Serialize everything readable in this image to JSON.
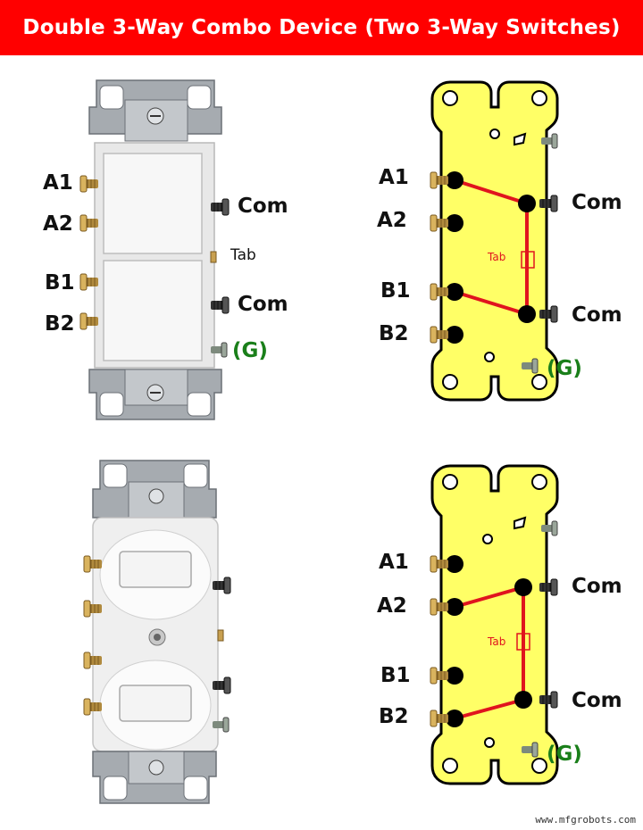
{
  "header": {
    "title": "Double 3-Way Combo Device (Two 3-Way Switches)"
  },
  "labels": {
    "a1": "A1",
    "a2": "A2",
    "b1": "B1",
    "b2": "B2",
    "com": "Com",
    "tab": "Tab",
    "ground": "(G)"
  },
  "footer": {
    "watermark": "www.mfgrobots.com"
  },
  "colors": {
    "title_bg": "#ff0000",
    "plate_yellow": "#ffff66",
    "wire_red": "#e0141e",
    "ground_green": "#1a7f1a",
    "brass": "#c8a050",
    "steel": "#a8adb3",
    "switch_white": "#f4f4f4"
  },
  "icons": {
    "brass_screw": "brass-screw-icon",
    "black_screw": "black-screw-icon",
    "ground_screw": "ground-screw-icon",
    "terminal_dot": "terminal-dot"
  }
}
